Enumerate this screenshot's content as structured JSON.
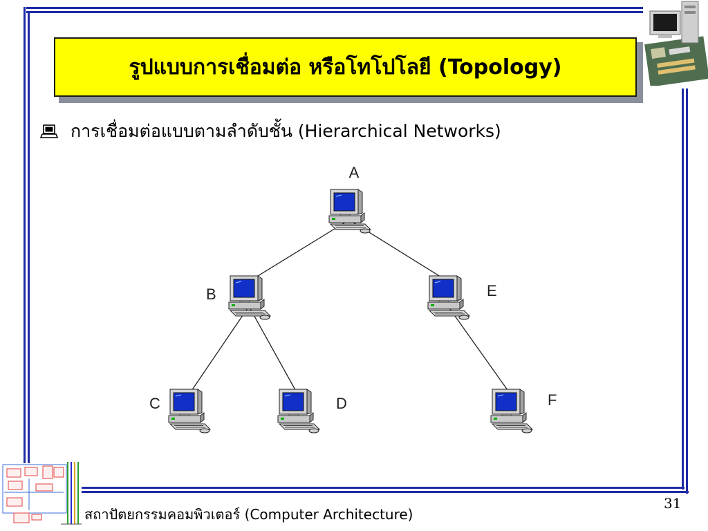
{
  "slide": {
    "title": "รูปแบบการเชื่อมต่อ หรือโทโปโลยี (Topology)",
    "bullet_text": "การเชื่อมต่อแบบตามลำดับชั้น (Hierarchical Networks)",
    "footer": "สถาปัตยกรรมคอมพิวเตอร์ (Computer Architecture)",
    "page_number": "31"
  },
  "diagram": {
    "nodes": [
      {
        "id": "A",
        "label": "A"
      },
      {
        "id": "B",
        "label": "B"
      },
      {
        "id": "E",
        "label": "E"
      },
      {
        "id": "C",
        "label": "C"
      },
      {
        "id": "D",
        "label": "D"
      },
      {
        "id": "F",
        "label": "F"
      }
    ],
    "edges": [
      {
        "from": "A",
        "to": "B"
      },
      {
        "from": "A",
        "to": "E"
      },
      {
        "from": "B",
        "to": "C"
      },
      {
        "from": "B",
        "to": "D"
      },
      {
        "from": "E",
        "to": "F"
      }
    ]
  },
  "colors": {
    "frame": "#1f2aa6",
    "title_background": "#ffff00",
    "screen": "#1030c8"
  },
  "icons": {
    "bullet": "laptop-icon",
    "node": "desktop-computer-icon",
    "corner_top_right": "computer-and-motherboard-clipart",
    "corner_bottom_left": "computer-architecture-block-diagram"
  }
}
